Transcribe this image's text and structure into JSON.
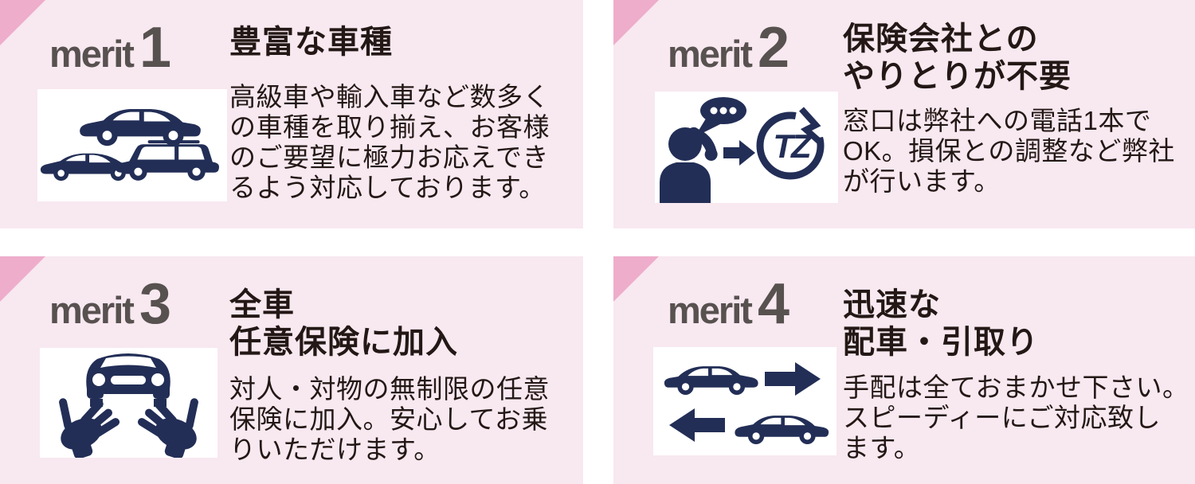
{
  "page": {
    "background": "#ffffff",
    "card_background": "#f8e8f0",
    "corner_accent": "#eeadcb",
    "icon_color": "#222e56",
    "label_color": "#57514f",
    "text_color": "#231815"
  },
  "cards": [
    {
      "label": "merit",
      "number": "1",
      "title_lines": [
        "豊富な車種"
      ],
      "body_lines": [
        "高級車や輸入車など数多く",
        "の車種を取り揃え、お客様",
        "のご要望に極力お応えでき",
        "るよう対応しております。"
      ],
      "icon": "vehicle-lineup-icon"
    },
    {
      "label": "merit",
      "number": "2",
      "title_lines": [
        "保険会社との",
        "やりとりが不要"
      ],
      "body_lines": [
        "窓口は弊社への電話1本で",
        "OK。損保との調整など弊社",
        "が行います。"
      ],
      "icon": "phone-call-to-company-icon",
      "logo_text": "TZ"
    },
    {
      "label": "merit",
      "number": "3",
      "title_lines": [
        "全車",
        "任意保険に加入"
      ],
      "body_lines": [
        "対人・対物の無制限の任意",
        "保険に加入。安心してお乗",
        "りいただけます。"
      ],
      "icon": "hands-holding-car-icon"
    },
    {
      "label": "merit",
      "number": "4",
      "title_lines": [
        "迅速な",
        "配車・引取り"
      ],
      "body_lines": [
        "手配は全ておまかせ下さい。",
        "スピーディーにご対応致し",
        "ます。"
      ],
      "icon": "car-delivery-pickup-icon"
    }
  ]
}
